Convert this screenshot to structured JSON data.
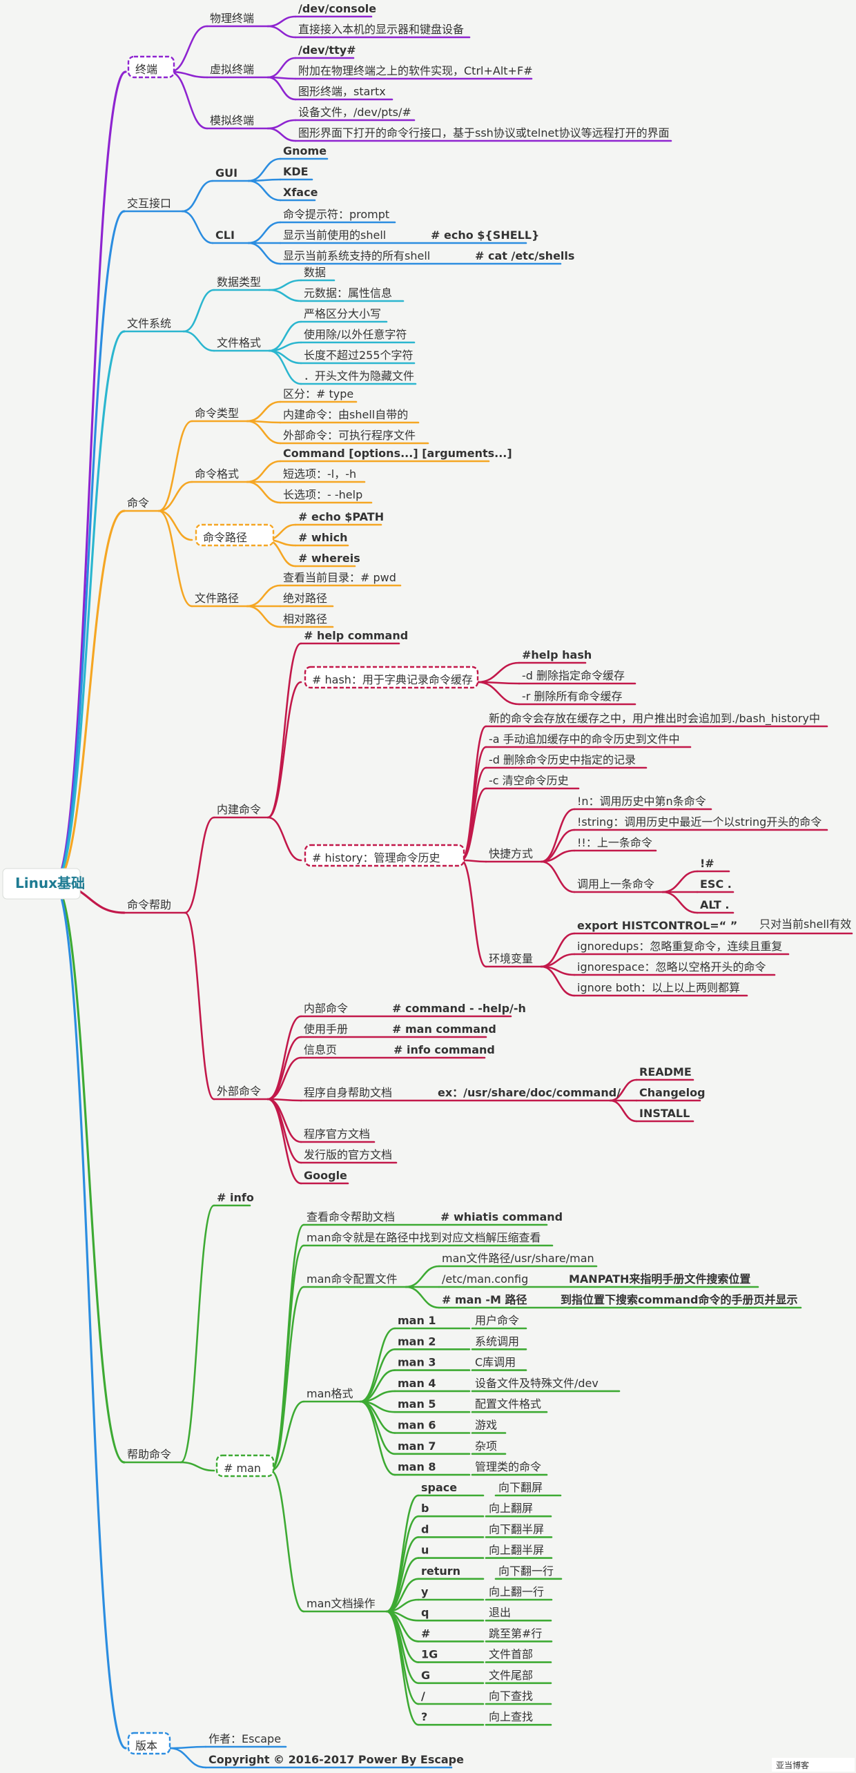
{
  "root": {
    "label": "Linux基础"
  },
  "colors": {
    "terminal": "#8e24d0",
    "interface": "#2b8de0",
    "filesystem": "#2bb6cf",
    "command": "#f5a623",
    "help": "#c2184a",
    "helpcmd": "#3daa33",
    "version": "#2b8de0",
    "root": "#1e7b92"
  },
  "branches": {
    "terminal": {
      "label": "终端",
      "physical": {
        "label": "物理终端",
        "items": [
          "/dev/console",
          "直接接入本机的显示器和键盘设备"
        ]
      },
      "virtual": {
        "label": "虚拟终端",
        "items": [
          "/dev/tty#",
          "附加在物理终端之上的软件实现，Ctrl+Alt+F#",
          "图形终端，startx"
        ]
      },
      "pseudo": {
        "label": "模拟终端",
        "items": [
          "设备文件，/dev/pts/#",
          "图形界面下打开的命令行接口，基于ssh协议或telnet协议等远程打开的界面"
        ]
      }
    },
    "interface": {
      "label": "交互接口",
      "gui": {
        "label": "GUI",
        "items": [
          "Gnome",
          "KDE",
          "Xface"
        ]
      },
      "cli": {
        "label": "CLI",
        "items": [
          "命令提示符：prompt",
          "显示当前使用的shell",
          "显示当前系统支持的所有shell"
        ],
        "cmds": [
          "# echo ${SHELL}",
          "# cat /etc/shells"
        ]
      }
    },
    "filesystem": {
      "label": "文件系统",
      "types": {
        "label": "数据类型",
        "items": [
          "数据",
          "元数据：属性信息"
        ]
      },
      "format": {
        "label": "文件格式",
        "items": [
          "严格区分大小写",
          "使用除/以外任意字符",
          "长度不超过255个字符",
          "．开头文件为隐藏文件"
        ]
      }
    },
    "command": {
      "label": "命令",
      "type": {
        "label": "命令类型",
        "items": [
          "区分：# type",
          "内建命令：由shell自带的",
          "外部命令：可执行程序文件"
        ]
      },
      "format": {
        "label": "命令格式",
        "items": [
          "Command [options...] [arguments...]",
          "短选项：-l，-h",
          "长选项：- -help"
        ]
      },
      "path": {
        "label": "命令路径",
        "items": [
          "# echo $PATH",
          "# which",
          "# whereis"
        ]
      },
      "filepath": {
        "label": "文件路径",
        "items": [
          "查看当前目录：# pwd",
          "绝对路径",
          "相对路径"
        ]
      }
    },
    "help": {
      "label": "命令帮助",
      "builtin": {
        "label": "内建命令",
        "help_command": "# help command",
        "hash": {
          "label": "# hash：用于字典记录命令缓存",
          "items": [
            "#help hash",
            "-d  删除指定命令缓存",
            "-r  删除所有命令缓存"
          ]
        },
        "history": {
          "label": "# history：管理命令历史",
          "items": [
            "新的命令会存放在缓存之中，用户推出时会追加到./bash_history中",
            "-a  手动追加缓存中的命令历史到文件中",
            "-d  删除命令历史中指定的记录",
            "-c  清空命令历史"
          ],
          "shortcuts": {
            "label": "快捷方式",
            "items": [
              "!n：调用历史中第n条命令",
              "!string：调用历史中最近一个以string开头的命令",
              "!!：上一条命令"
            ],
            "prev": {
              "label": "调用上一条命令",
              "items": [
                "!#",
                "ESC .",
                "ALT ."
              ]
            }
          },
          "env": {
            "label": "环境变量",
            "items": [
              "export HISTCONTROL=“ ”",
              "ignoredups：忽略重复命令，连续且重复",
              "ignorespace：忽略以空格开头的命令",
              "ignore both：以上以上两则都算"
            ],
            "note": "只对当前shell有效"
          }
        }
      },
      "external": {
        "label": "外部命令",
        "rows": [
          {
            "label": "内部命令",
            "cmd": "# command  - -help/-h"
          },
          {
            "label": "使用手册",
            "cmd": "# man command"
          },
          {
            "label": "信息页",
            "cmd": "# info command"
          }
        ],
        "selfdoc": {
          "label": "程序自身帮助文档",
          "path": "ex：/usr/share/doc/command/",
          "items": [
            "README",
            "Changelog",
            "INSTALL"
          ]
        },
        "items": [
          "程序官方文档",
          "发行版的官方文档",
          "Google"
        ]
      }
    },
    "helpcmd": {
      "label": "帮助命令",
      "info": "# info",
      "man": {
        "label": "# man",
        "view": {
          "label": "查看命令帮助文档",
          "cmd": "# whiatis command"
        },
        "find": "man命令就是在路径中找到对应文档解压缩查看",
        "config": {
          "label": "man命令配置文件",
          "path": "man文件路径/usr/share/man",
          "conf": {
            "label": "/etc/man.config",
            "note": "MANPATH来指明手册文件搜索位置"
          },
          "mflag": {
            "label": "# man -M 路径",
            "note": "到指位置下搜索command命令的手册页并显示"
          }
        },
        "sections": {
          "label": "man格式",
          "rows": [
            {
              "k": "man 1",
              "v": "用户命令"
            },
            {
              "k": "man 2",
              "v": "系统调用"
            },
            {
              "k": "man 3",
              "v": "C库调用"
            },
            {
              "k": "man 4",
              "v": "设备文件及特殊文件/dev"
            },
            {
              "k": "man 5",
              "v": "配置文件格式"
            },
            {
              "k": "man 6",
              "v": "游戏"
            },
            {
              "k": "man 7",
              "v": "杂项"
            },
            {
              "k": "man 8",
              "v": "管理类的命令"
            }
          ]
        },
        "ops": {
          "label": "man文档操作",
          "rows": [
            {
              "k": "space",
              "v": "向下翻屏"
            },
            {
              "k": "b",
              "v": "向上翻屏"
            },
            {
              "k": "d",
              "v": "向下翻半屏"
            },
            {
              "k": "u",
              "v": "向上翻半屏"
            },
            {
              "k": "return",
              "v": "向下翻一行"
            },
            {
              "k": "y",
              "v": "向上翻一行"
            },
            {
              "k": "q",
              "v": "退出"
            },
            {
              "k": "#",
              "v": "跳至第#行"
            },
            {
              "k": "1G",
              "v": "文件首部"
            },
            {
              "k": "G",
              "v": "文件尾部"
            },
            {
              "k": "/",
              "v": "向下查找"
            },
            {
              "k": "?",
              "v": "向上查找"
            }
          ]
        }
      }
    },
    "version": {
      "label": "版本",
      "items": [
        "作者：Escape",
        "Copyright © 2016-2017 Power By Escape"
      ]
    }
  }
}
